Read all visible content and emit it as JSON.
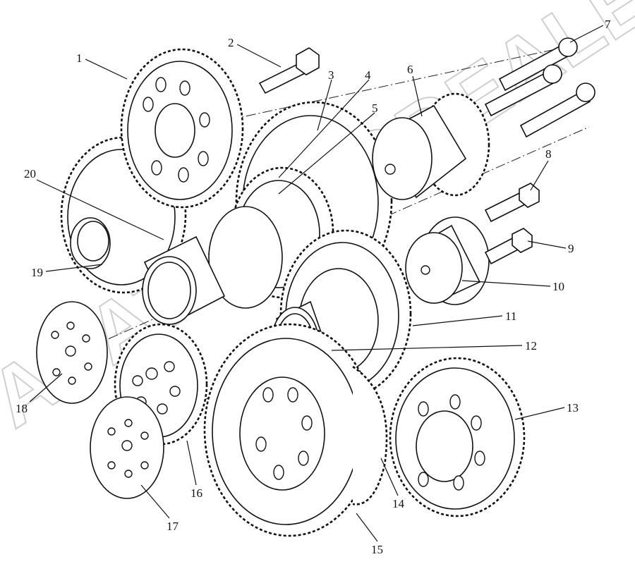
{
  "diagram": {
    "callouts": [
      "1",
      "2",
      "3",
      "4",
      "5",
      "6",
      "7",
      "8",
      "9",
      "10",
      "11",
      "12",
      "13",
      "14",
      "15",
      "16",
      "17",
      "18",
      "19",
      "20"
    ]
  },
  "watermark": {
    "text": "АСАТ-AUTODEALER.RU"
  },
  "colors": {
    "line": "#111111",
    "background": "#ffffff",
    "watermark": "#cfcfcf"
  }
}
